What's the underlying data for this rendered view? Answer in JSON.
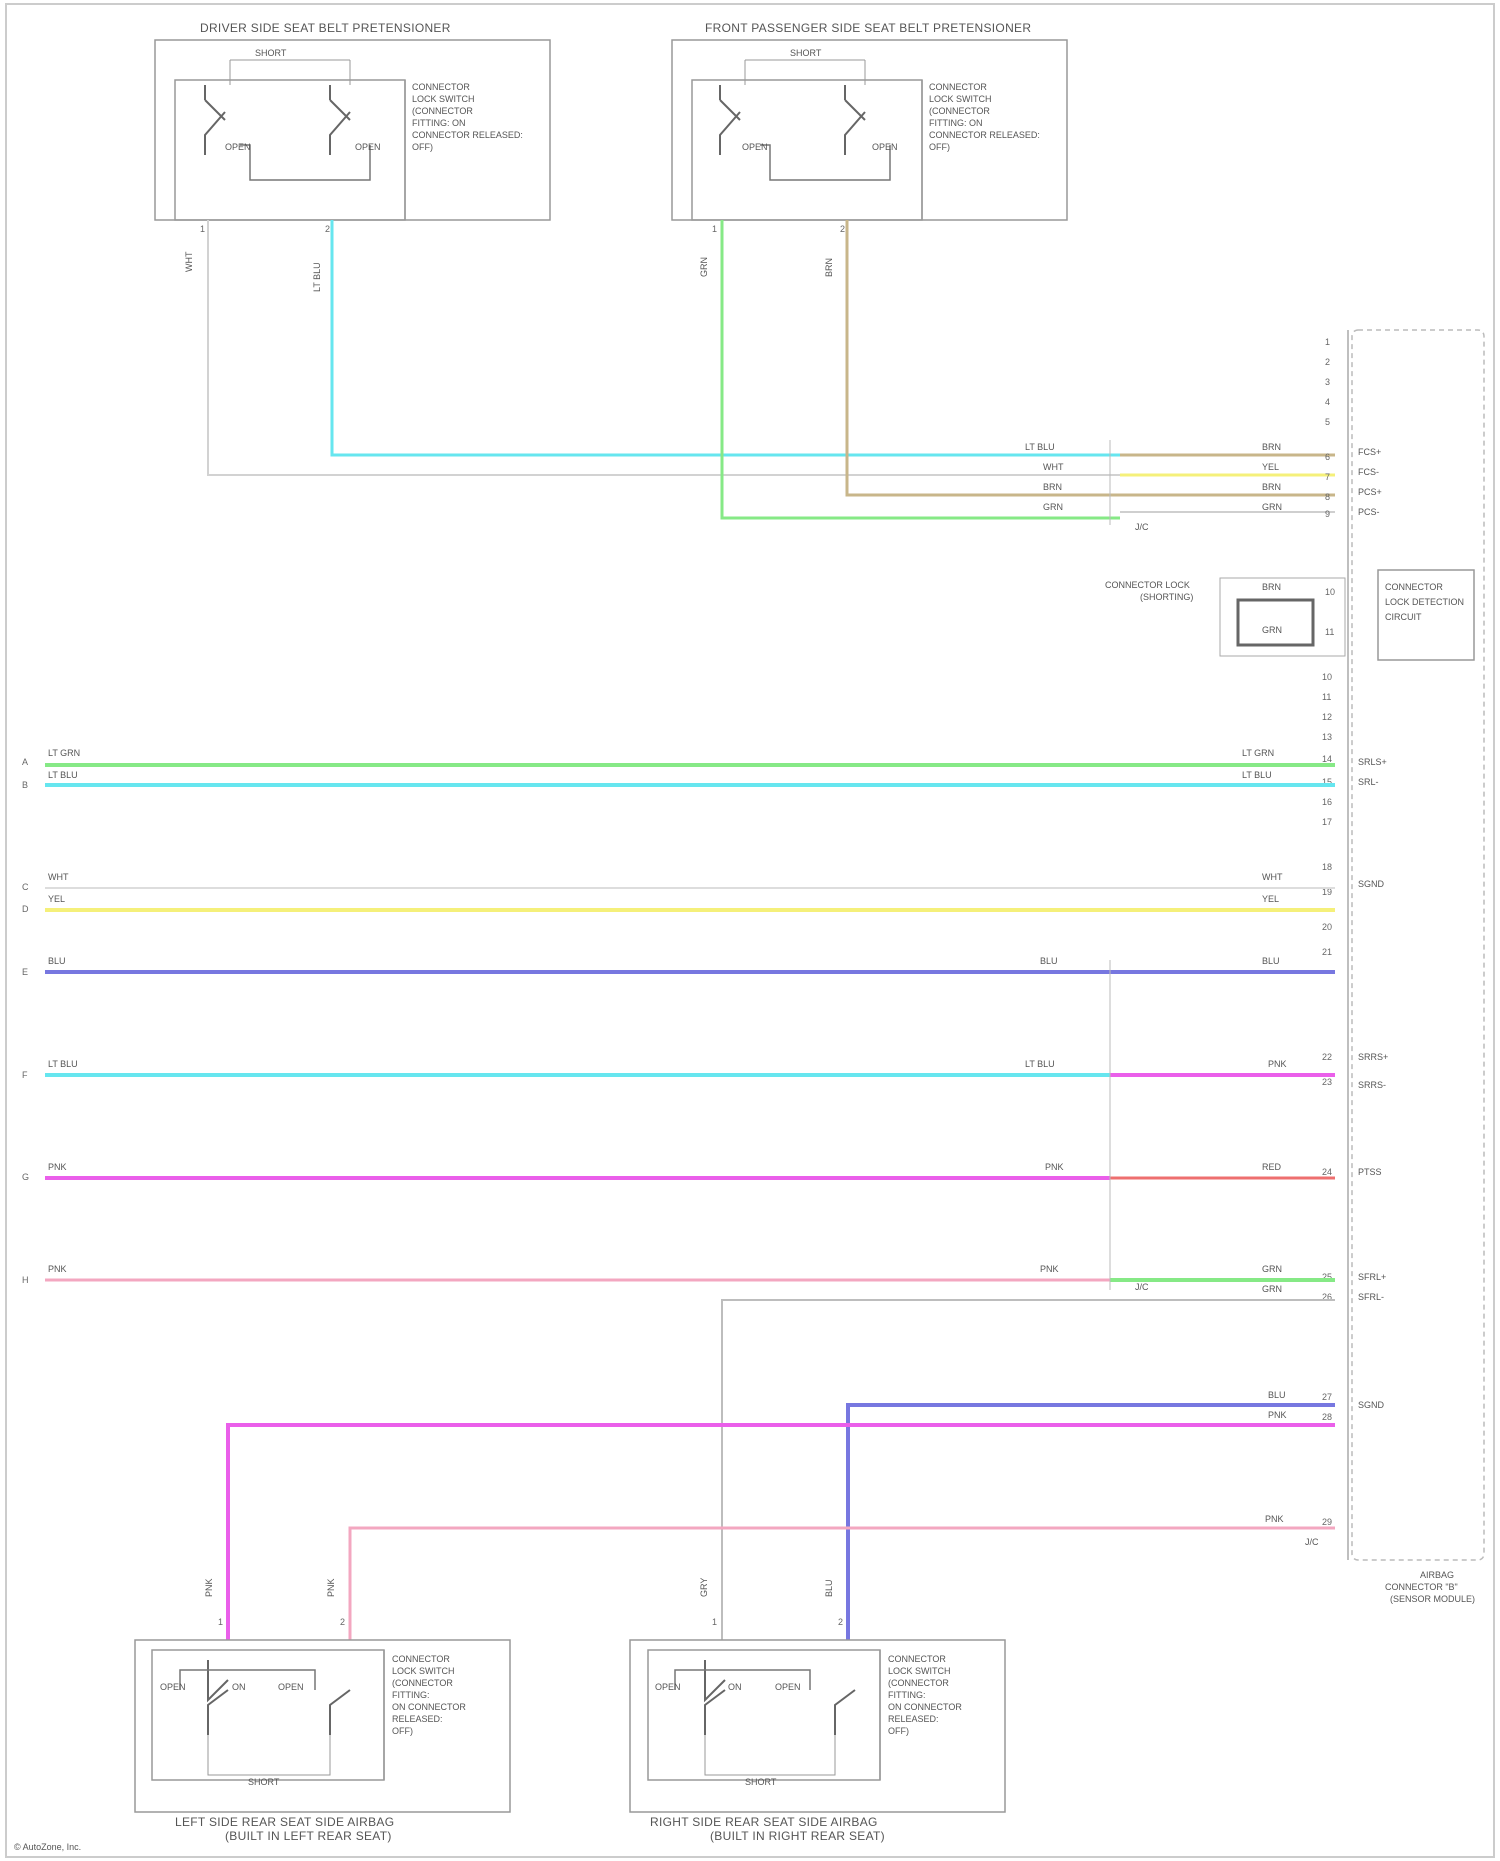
{
  "diagram": {
    "top_left_box_title": "DRIVER SIDE SEAT BELT PRETENSIONER",
    "top_right_box_title": "FRONT PASSENGER SIDE SEAT BELT PRETENSIONER",
    "bottom_left_box_title_line1": "LEFT SIDE REAR SEAT SIDE AIRBAG",
    "bottom_left_box_title_line2": "(BUILT IN LEFT REAR SEAT)",
    "bottom_right_box_title_line1": "RIGHT SIDE REAR SEAT SIDE AIRBAG",
    "bottom_right_box_title_line2": "(BUILT IN RIGHT REAR SEAT)",
    "module_label_line1": "AIRBAG",
    "module_label_line2": "CONNECTOR \"B\"",
    "module_label_line3": "(SENSOR MODULE)",
    "connector_block_label_line1": "CONNECTOR LOCK",
    "connector_block_label_line2": "(SHORTING)",
    "connector_detect_label_line1": "CONNECTOR",
    "connector_detect_label_line2": "LOCK DETECTION",
    "connector_detect_label_line3": "CIRCUIT",
    "watermark": "© AutoZone, Inc."
  },
  "wire_colors": {
    "lt_blu": "#66e6ef",
    "grn": "#7ed07e",
    "lt_grn": "#86e986",
    "yel": "#f5f07a",
    "blu": "#7777e0",
    "pnk": "#ea5fea",
    "red": "#ee6f6f",
    "lt_pnk": "#f3a7c0",
    "tan": "#c8b68a",
    "wht": "#d8d8d8",
    "gry": "#bdbdbd"
  }
}
